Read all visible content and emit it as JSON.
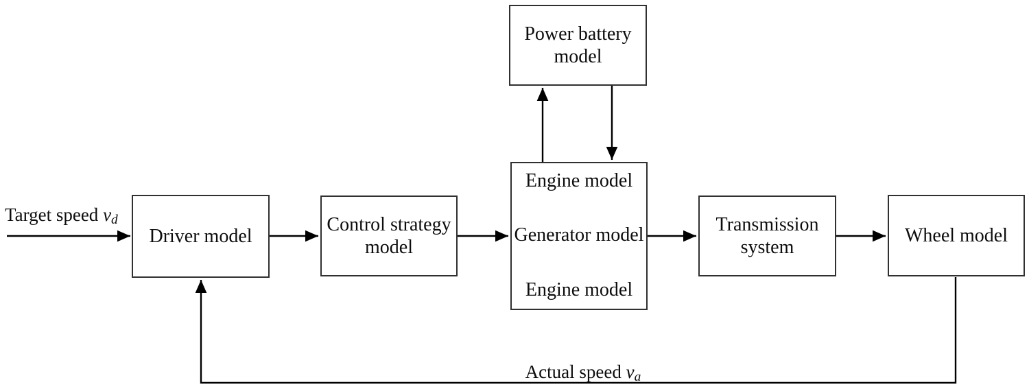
{
  "diagram": {
    "type": "block-flow-diagram",
    "boxes": {
      "power_battery": {
        "label": "Power battery model"
      },
      "driver": {
        "label": "Driver model"
      },
      "control_strategy": {
        "label": "Control strategy model"
      },
      "engine_generator": {
        "line1": "Engine model",
        "line2": "Generator model",
        "line3": "Engine model"
      },
      "transmission": {
        "label": "Transmission system"
      },
      "wheel": {
        "label": "Wheel model"
      }
    },
    "annotations": {
      "target_speed": {
        "text": "Target speed",
        "variable": "v",
        "subscript": "d"
      },
      "actual_speed": {
        "text": "Actual speed",
        "variable": "v",
        "subscript": "a"
      }
    },
    "edges": [
      {
        "from": "external-input",
        "to": "driver",
        "label": "Target speed vd",
        "direction": "right"
      },
      {
        "from": "driver",
        "to": "control_strategy",
        "direction": "right"
      },
      {
        "from": "control_strategy",
        "to": "engine_generator",
        "direction": "right"
      },
      {
        "from": "engine_generator",
        "to": "power_battery",
        "direction": "up"
      },
      {
        "from": "power_battery",
        "to": "engine_generator",
        "direction": "down"
      },
      {
        "from": "engine_generator",
        "to": "transmission",
        "direction": "right"
      },
      {
        "from": "transmission",
        "to": "wheel",
        "direction": "right"
      },
      {
        "from": "wheel",
        "to": "driver",
        "label": "Actual speed va",
        "direction": "feedback-loop"
      }
    ],
    "colors": {
      "background": "#ffffff",
      "box_border": "#303030",
      "arrow": "#000000",
      "text": "#0d0d0d"
    }
  }
}
